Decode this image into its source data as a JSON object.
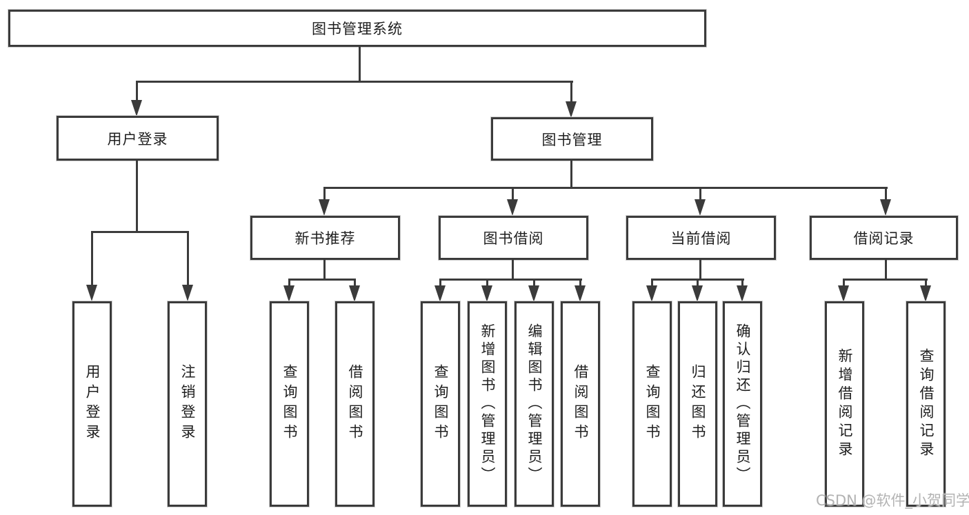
{
  "nodes": {
    "root": "图书管理系统",
    "user_login": "用户登录",
    "book_mgmt": "图书管理",
    "new_book_rec": "新书推荐",
    "book_borrow": "图书借阅",
    "current_borrow": "当前借阅",
    "borrow_record": "借阅记录",
    "user_login_children": [
      "用户登录",
      "注销登录"
    ],
    "new_book_rec_children": [
      "查询图书",
      "借阅图书"
    ],
    "book_borrow_children": [
      "查询图书",
      "新增图书（管理员）",
      "编辑图书（管理员）",
      "借阅图书"
    ],
    "current_borrow_children": [
      "查询图书",
      "归还图书",
      "确认归还（管理员）"
    ],
    "borrow_record_children": [
      "新增借阅记录",
      "查询借阅记录"
    ]
  },
  "watermark": "CSDN @软件_小贺同学",
  "colors": {
    "line": "#3b3b3b",
    "text": "#1e1e1e",
    "watermark": "#b3b3b3",
    "background": "#ffffff"
  }
}
